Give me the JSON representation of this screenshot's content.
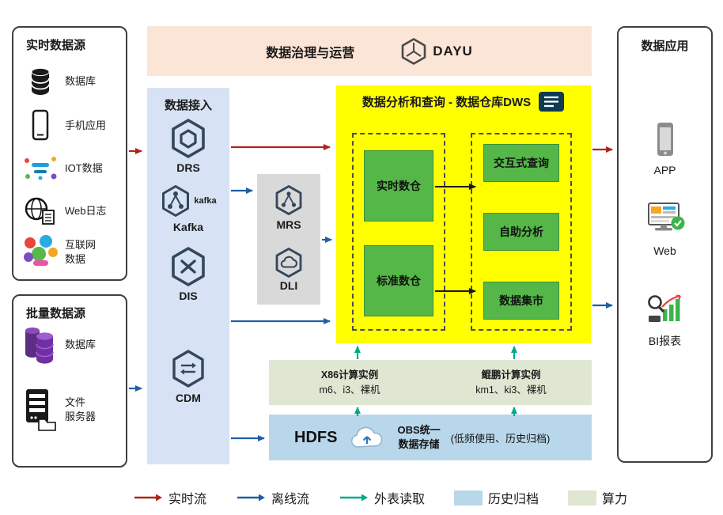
{
  "realtime_sources": {
    "title": "实时数据源",
    "items": [
      {
        "label": "数据库",
        "icon": "database-icon"
      },
      {
        "label": "手机应用",
        "icon": "mobile-app-icon"
      },
      {
        "label": "IOT数据",
        "icon": "iot-icon"
      },
      {
        "label": "Web日志",
        "icon": "web-log-icon"
      },
      {
        "label": "互联网\n数据",
        "icon": "internet-data-icon"
      }
    ]
  },
  "batch_sources": {
    "title": "批量数据源",
    "items": [
      {
        "label": "数据库",
        "icon": "purple-database-icon"
      },
      {
        "label": "文件\n服务器",
        "icon": "file-server-icon"
      }
    ]
  },
  "governance": {
    "title": "数据治理与运营",
    "logo_text": "DAYU"
  },
  "ingestion": {
    "title": "数据接入",
    "items": [
      {
        "label": "DRS"
      },
      {
        "label": "Kafka",
        "logo_text": "kafka"
      },
      {
        "label": "DIS"
      },
      {
        "label": "CDM"
      }
    ]
  },
  "processing": {
    "items": [
      {
        "label": "MRS"
      },
      {
        "label": "DLI"
      }
    ]
  },
  "dws": {
    "title": "数据分析和查询 - 数据仓库DWS",
    "left_boxes": [
      {
        "label": "实时数仓"
      },
      {
        "label": "标准数仓"
      }
    ],
    "right_boxes": [
      {
        "label": "交互式查询"
      },
      {
        "label": "自助分析"
      },
      {
        "label": "数据集市"
      }
    ]
  },
  "compute": {
    "x86_title": "X86计算实例",
    "x86_specs": "m6、i3、裸机",
    "kunpeng_title": "鲲鹏计算实例",
    "kunpeng_specs": "km1、ki3、裸机"
  },
  "storage": {
    "hdfs_label": "HDFS",
    "obs_label": "OBS统一\n数据存储",
    "obs_note": "(低频使用、历史归档)"
  },
  "applications": {
    "title": "数据应用",
    "items": [
      {
        "label": "APP",
        "icon": "app-icon"
      },
      {
        "label": "Web",
        "icon": "web-icon"
      },
      {
        "label": "BI报表",
        "icon": "bi-report-icon"
      }
    ]
  },
  "legend": {
    "realtime": "实时流",
    "offline": "离线流",
    "external": "外表读取",
    "archive": "历史归档",
    "compute": "算力"
  },
  "colors": {
    "realtime_flow": "#b02418",
    "offline_flow": "#1f5fa8",
    "external_read": "#00a98c",
    "archive_fill": "#b9d7ea",
    "compute_fill": "#dfe6d2",
    "dws_bg": "#ffff00",
    "green_box": "#54b748",
    "banner_bg": "#fbe5d6",
    "ingestion_bg": "#d7e3f4",
    "gray_box": "#d9d9d9"
  }
}
